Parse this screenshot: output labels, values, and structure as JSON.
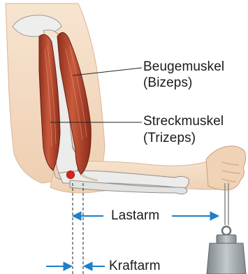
{
  "diagram": {
    "labels": {
      "flexor_name": "Beugemuskel",
      "flexor_latin": "(Bizeps)",
      "extensor_name": "Streckmuskel",
      "extensor_latin": "(Trizeps)",
      "load_arm": "Lastarm",
      "force_arm": "Kraftarm"
    },
    "colors": {
      "skin": "#f4dcc4",
      "muscle": "#b4462e",
      "bone": "#e8e8e6",
      "arrow": "#1f7fc8",
      "pivot": "#e0201c",
      "weight": "#9aa3a8"
    }
  }
}
